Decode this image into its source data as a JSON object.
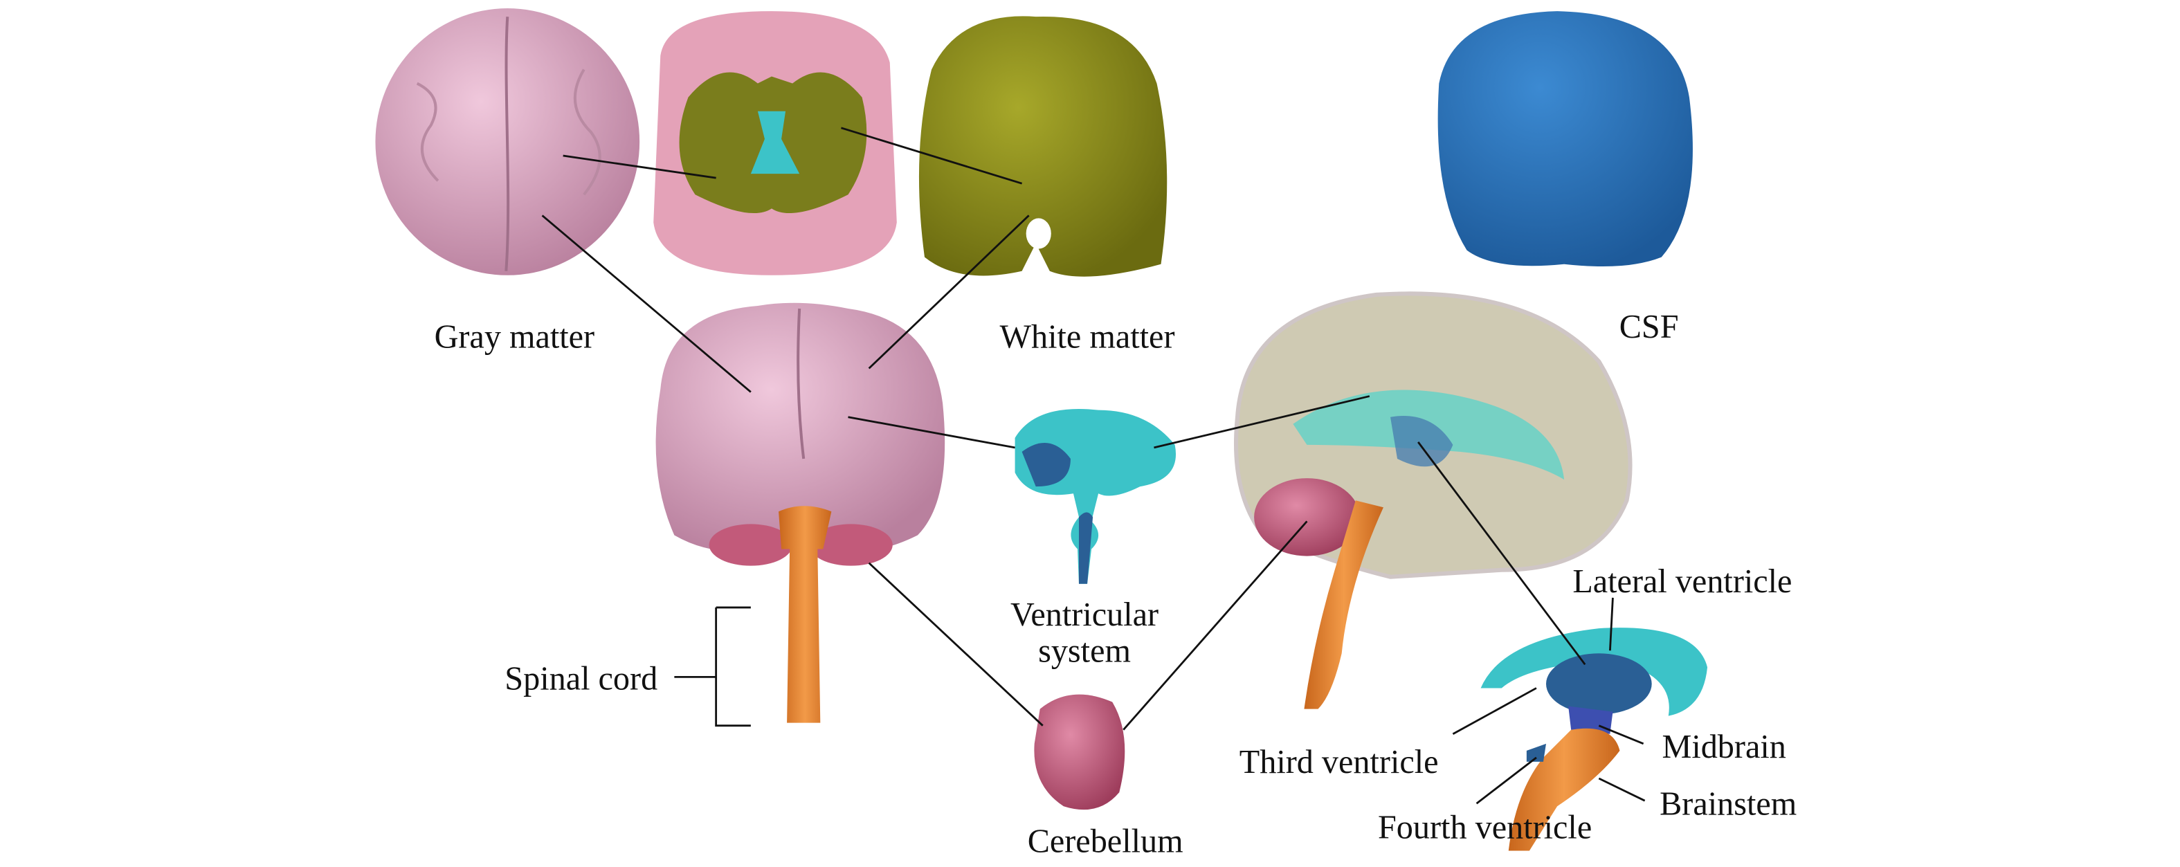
{
  "labels": {
    "gray_matter": "Gray matter",
    "white_matter": "White matter",
    "csf": "CSF",
    "spinal_cord": "Spinal cord",
    "ventricular_system_line1": "Ventricular",
    "ventricular_system_line2": "system",
    "cerebellum": "Cerebellum",
    "lateral_ventricle": "Lateral ventricle",
    "third_ventricle": "Third ventricle",
    "midbrain": "Midbrain",
    "fourth_ventricle": "Fourth ventricle",
    "brainstem": "Brainstem"
  },
  "colors": {
    "gray_matter": "#d9a3c0",
    "white_matter": "#8a8a1e",
    "csf": "#2a72b8",
    "ventricle_cyan": "#3cc3c8",
    "ventricle_blue": "#2a5f95",
    "spinal_cord": "#e0802e",
    "cerebellum": "#c25a7a",
    "midbrain": "#3d4fb0"
  }
}
